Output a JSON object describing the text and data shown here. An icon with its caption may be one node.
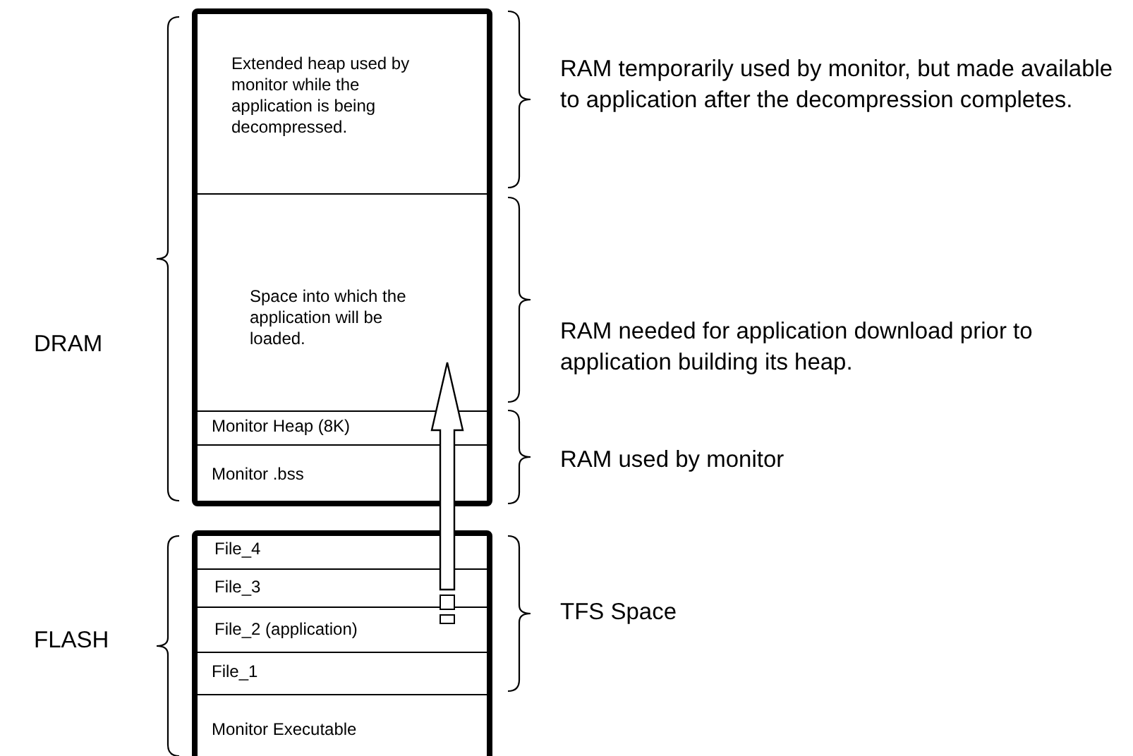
{
  "diagram": {
    "nodes": [
      {
        "text": [
          "Extended heap used by monitor while the application is being decompressed."
        ]
      },
      {
        "text": [
          "Space into which the application will be loaded."
        ]
      },
      {
        "text": [
          "Monitor Heap (8K)"
        ]
      },
      {
        "text": [
          "Monitor .bss"
        ]
      },
      {
        "text": [
          "File_4"
        ]
      },
      {
        "text": [
          "File_3"
        ]
      },
      {
        "text": [
          "File_2 (application)"
        ]
      },
      {
        "text": [
          "File_1"
        ]
      },
      {
        "text": [
          "Monitor Executable"
        ]
      }
    ],
    "edges": [
      {
        "from": 6,
        "to": 1,
        "arrow": "to"
      }
    ],
    "labels": [
      "RAM temporarily used by monitor, but made available to application after the decompression completes.",
      "DRAM",
      "RAM needed for application download prior to application building its heap.",
      "RAM used by monitor",
      "TFS Space",
      "FLASH"
    ]
  }
}
